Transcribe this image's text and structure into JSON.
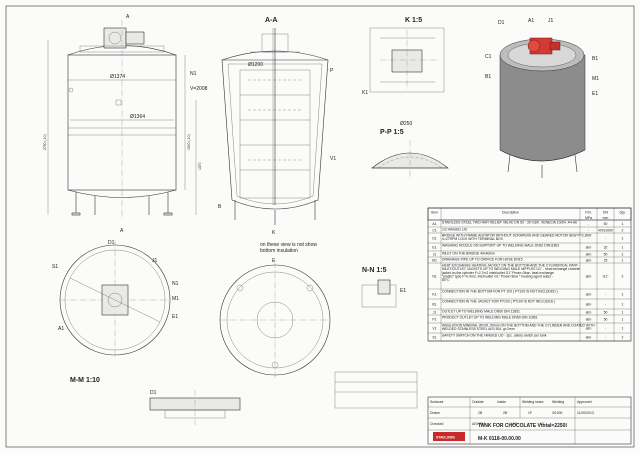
{
  "views": {
    "section_aa": "A-A",
    "section_k": "K 1:5",
    "section_pp": "P-P 1:5",
    "section_nn": "N-N 1:5",
    "section_mm": "M-M 1:10",
    "bottom_note": "on these view is not show\nbottom insulation",
    "view_e": "E"
  },
  "dims": {
    "d1374": "Ø1374",
    "d1364": "Ø1364",
    "d1200": "Ø1200",
    "v2008": "V=2008",
    "d250": "Ø250",
    "h2750": "2750 (-10)",
    "h1500": "1500 (-10)",
    "h1370": "1370"
  },
  "callouts": [
    "A",
    "A",
    "D1",
    "A1",
    "J1",
    "C1",
    "B1",
    "B1",
    "M1",
    "E1",
    "K1",
    "P",
    "P",
    "N1",
    "S1",
    "D1",
    "A1",
    "J1",
    "E1",
    "M1",
    "N1",
    "N",
    "N",
    "M",
    "M",
    "K",
    "B",
    "V1",
    "E"
  ],
  "table": {
    "headers": [
      "Item",
      "Description",
      "P.N.",
      "DN",
      "Qty."
    ],
    "units": [
      "",
      "",
      "MPa",
      "mm",
      ""
    ],
    "rows": [
      {
        "item": "A1",
        "desc": "STAINLESS STEEL TWO-WAY RELIEF VALVE DN 50 - 30 m3/h. VENECIA 10/2N- A4-A6",
        "pn": "-",
        "dn": "50",
        "qty": "1"
      },
      {
        "item": "C1",
        "desc": "1/2 HINGED LID",
        "pn": "-",
        "dn": "400x1000",
        "qty": "2"
      },
      {
        "item": "D1",
        "desc": "BRIDGE WITH FRAME AGITATOR WITHOUT SCRAPERS AND GEARED MOTOR SEW P=2,2kW n=27RPM LOCK WITH TERMINAL BOX",
        "pn": "-",
        "dn": "-",
        "qty": "1"
      },
      {
        "item": "E1",
        "desc": "WASHING NOZZLE ON SUPPORT UP TO WELDING MALE DN32 DIN11851",
        "pn": "atm",
        "dn": "32",
        "qty": "1"
      },
      {
        "item": "J1",
        "desc": "INLET ON THE BRIDGE 40x40mm",
        "pn": "atm",
        "dn": "50",
        "qty": "1"
      },
      {
        "item": "M1",
        "desc": "DRAINAGE PIPE UP TO ORIFICE FOR HOSE DN15",
        "pn": "atm",
        "dn": "25",
        "qty": "1"
      },
      {
        "item": "N1",
        "desc": "HEAT EXCHANGE HEATING JACKET ON THE BOTTOM AND THE CYLINDRICAL PART - INLET/OUTLET JACKETS UP TO WELDING MALE NIPPLES G1\" - heat exchange channel jacket on the cylinder F=2,7m2 inlet/outlet G1\" Pmax=3bar- heat exchange \"plastic\" type F=0.9m2, inlet/outlet G1\" Pmax=3bar * heating agent water - 80°C",
        "pn": "atm",
        "dn": "G1\"",
        "qty": "2"
      },
      {
        "item": "K1",
        "desc": "CONNECTION IN THE BOTTOM FOR PT 100 ( PT100 IS NOT INCLUDED )",
        "pn": "atm",
        "dn": "-",
        "qty": "1"
      },
      {
        "item": "B1",
        "desc": "CONNECTION IN THE JACKET FOR PT100 ( PT100 IS NOT INCLUDED )",
        "pn": "atm",
        "dn": "-",
        "qty": "1"
      },
      {
        "item": "J1",
        "desc": "OUTLET UP TO WELDING MALE DN50 DIN 11851",
        "pn": "atm",
        "dn": "50",
        "qty": "1"
      },
      {
        "item": "P1",
        "desc": "PRODUCT OUTLET UP TO WELDING MALE DN50 DIN 11851",
        "pn": "atm",
        "dn": "50",
        "qty": "1"
      },
      {
        "item": "V1",
        "desc": "INSULATION MINERAL WOOL 50mm ON THE BOTTOM AND THE CYLINDER AND COATED WITH WELDED STAINLESS STEEL AISI 304, gr:2mm",
        "pn": "atm",
        "dn": "-",
        "qty": "1"
      },
      {
        "item": "S1",
        "desc": "SAFETY SWITCH ON THE HINGED LID - 2pc. safety switch per tank",
        "pn": "atm",
        "dn": "-",
        "qty": "2"
      }
    ]
  },
  "title_block": {
    "surface": "Surfaces",
    "outside": "Outside",
    "inside": "Inside",
    "weld_label": "Welding seam",
    "welding_label": "Welding",
    "ra_out": "2B",
    "ra_in": "2B",
    "seam": "1F",
    "welding_val": "3/1000",
    "mat": "AISI 304",
    "scale": "1:10",
    "sheet_count": "1/1",
    "company": "STAVLOWS",
    "title": "TANK FOR CHOCOLATE Vtotal=2250l",
    "drawing_no": "M-K 0118-00.00.00",
    "date": "11/20/2013",
    "drawn": "Drawn",
    "checked": "Checked",
    "approved": "Approved"
  },
  "colors": {
    "paper": "#fbfbfa",
    "line": "#333333",
    "motor": "#d23a32",
    "tank_shade": "#8c8c8c",
    "logo_red": "#c72a2a"
  }
}
